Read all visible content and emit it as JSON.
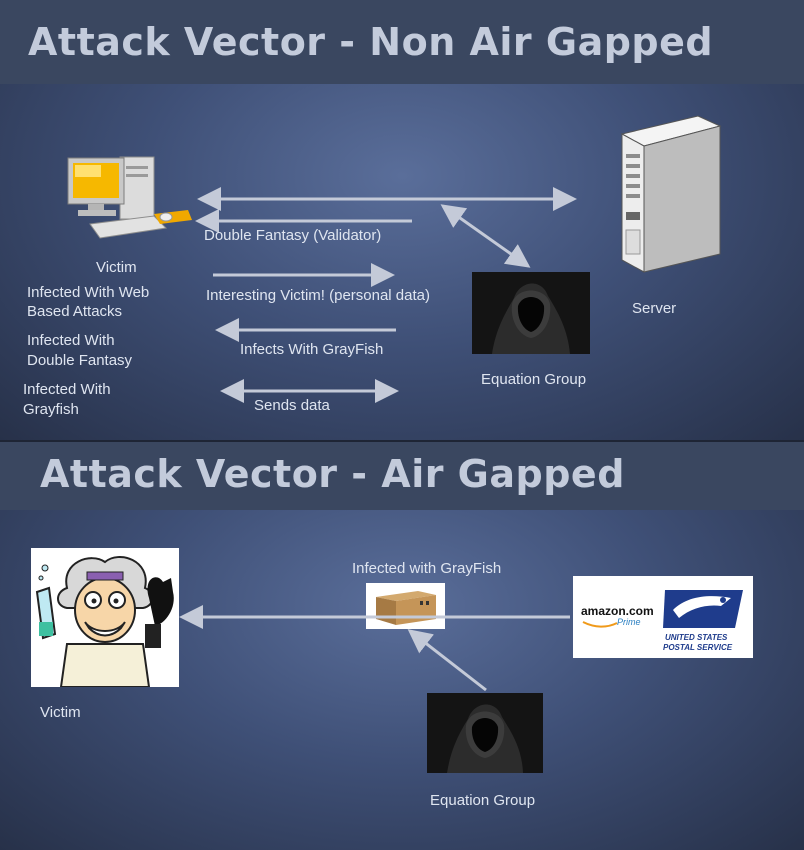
{
  "slide1": {
    "title": "Attack Vector - Non Air Gapped",
    "labels": {
      "victim": "Victim",
      "infected_web": "Infected With Web",
      "infected_web_2": "Based Attacks",
      "infected_df": "Infected With",
      "infected_df_2": "Double Fantasy",
      "infected_gf": "Infected With",
      "infected_gf_2": "Grayfish",
      "double_fantasy": "Double Fantasy (Validator)",
      "interesting": "Interesting Victim! (personal data)",
      "infects_grayfish": "Infects With GrayFish",
      "sends_data": "Sends data",
      "server": "Server",
      "equation_group": "Equation Group"
    },
    "icons": [
      "desktop-computer-icon",
      "server-tower-icon",
      "hooded-hacker-icon"
    ]
  },
  "slide2": {
    "title": "Attack Vector - Air Gapped",
    "labels": {
      "victim": "Victim",
      "infected_grayfish": "Infected with GrayFish",
      "equation_group": "Equation Group"
    },
    "logos": {
      "amazon": "amazon.com",
      "amazon_prime": "Prime",
      "usps_1": "UNITED STATES",
      "usps_2": "POSTAL SERVICE"
    },
    "icons": [
      "mad-scientist-icon",
      "cardboard-box-icon",
      "hooded-hacker-icon",
      "usps-eagle-icon"
    ]
  },
  "colors": {
    "arrow": "#c4cad8",
    "text": "#dfe5f0",
    "title": "#c3cbdb"
  }
}
